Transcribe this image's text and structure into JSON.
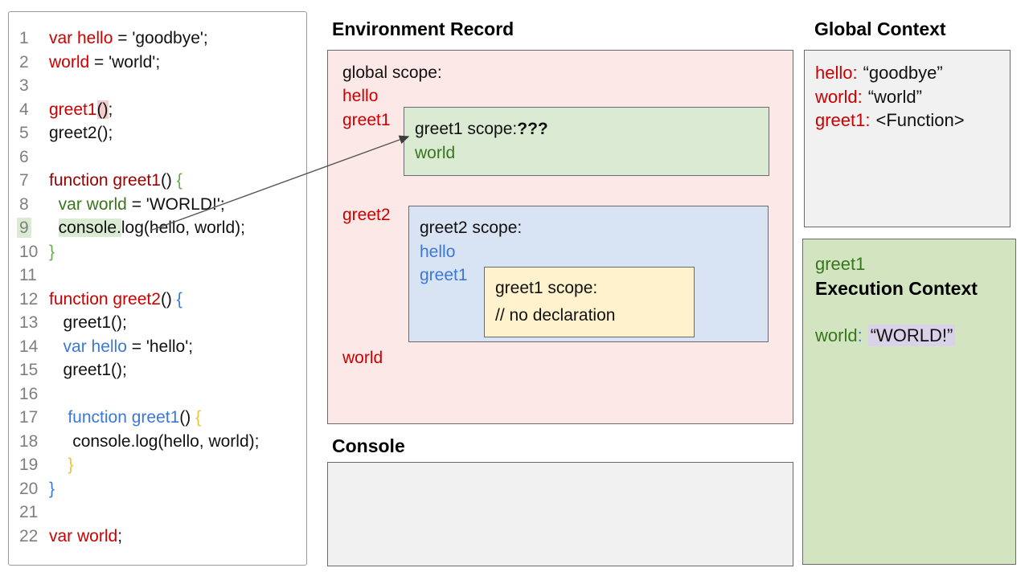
{
  "colors": {
    "code_red": "#cc0000",
    "code_dark_red": "#990000",
    "code_green": "#38761d",
    "brace_green": "#6aa84f",
    "code_blue": "#3c78d8",
    "brace_orange": "#f1c232",
    "line_number_gray": "#7f7f7f",
    "pink_panel": "#fce8e6",
    "green_scope_panel": "#dbead3",
    "blue_scope_panel": "#d8e3f4",
    "yellow_scope_panel": "#fff2cc",
    "gray_panel": "#f1f1f1",
    "exec_context_panel": "#d3e4c1",
    "pink_highlight": "#f4cccc",
    "green_highlight": "#dbead3",
    "lavender_highlight": "#d9d2e9"
  },
  "code": {
    "lines": [
      {
        "n": "1",
        "seg": [
          {
            "t": "var hello",
            "c": "red"
          },
          {
            "t": " = 'goodbye';",
            "c": "k"
          }
        ]
      },
      {
        "n": "2",
        "seg": [
          {
            "t": "world",
            "c": "red"
          },
          {
            "t": " = 'world';",
            "c": "k"
          }
        ]
      },
      {
        "n": "3",
        "seg": []
      },
      {
        "n": "4",
        "seg": [
          {
            "t": "greet1",
            "c": "red"
          },
          {
            "t": "()",
            "c": "k",
            "h": "pink"
          },
          {
            "t": ";",
            "c": "k"
          }
        ]
      },
      {
        "n": "5",
        "seg": [
          {
            "t": "greet2();",
            "c": "k"
          }
        ]
      },
      {
        "n": "6",
        "seg": []
      },
      {
        "n": "7",
        "seg": [
          {
            "t": "function greet1",
            "c": "darkred"
          },
          {
            "t": "() ",
            "c": "k"
          },
          {
            "t": "{",
            "c": "green2"
          }
        ]
      },
      {
        "n": "8",
        "seg": [
          {
            "t": "  ",
            "c": "k"
          },
          {
            "t": "var world",
            "c": "green"
          },
          {
            "t": " = 'WORLD!';",
            "c": "k"
          }
        ]
      },
      {
        "n": "9",
        "hln": true,
        "seg": [
          {
            "t": "  ",
            "c": "k"
          },
          {
            "t": "console.",
            "c": "k",
            "h": "green"
          },
          {
            "t": "log(hello, world);",
            "c": "k"
          }
        ]
      },
      {
        "n": "10",
        "seg": [
          {
            "t": "}",
            "c": "green2"
          }
        ]
      },
      {
        "n": "11",
        "seg": []
      },
      {
        "n": "12",
        "seg": [
          {
            "t": "function greet2",
            "c": "red"
          },
          {
            "t": "() ",
            "c": "k"
          },
          {
            "t": "{",
            "c": "blue"
          }
        ]
      },
      {
        "n": "13",
        "seg": [
          {
            "t": "   ",
            "c": "k"
          },
          {
            "t": "greet1();",
            "c": "k"
          }
        ]
      },
      {
        "n": "14",
        "seg": [
          {
            "t": "   ",
            "c": "k"
          },
          {
            "t": "var hello",
            "c": "blue"
          },
          {
            "t": " = 'hello';",
            "c": "k"
          }
        ]
      },
      {
        "n": "15",
        "seg": [
          {
            "t": "   ",
            "c": "k"
          },
          {
            "t": "greet1();",
            "c": "k"
          }
        ]
      },
      {
        "n": "16",
        "seg": []
      },
      {
        "n": "17",
        "seg": [
          {
            "t": "    ",
            "c": "k"
          },
          {
            "t": "function greet1",
            "c": "blue"
          },
          {
            "t": "() ",
            "c": "k"
          },
          {
            "t": "{",
            "c": "orange"
          }
        ]
      },
      {
        "n": "18",
        "seg": [
          {
            "t": "     ",
            "c": "k"
          },
          {
            "t": "console.log(hello, world);",
            "c": "k"
          }
        ]
      },
      {
        "n": "19",
        "seg": [
          {
            "t": "    ",
            "c": "k"
          },
          {
            "t": "}",
            "c": "orange"
          }
        ]
      },
      {
        "n": "20",
        "seg": [
          {
            "t": "}",
            "c": "blue"
          }
        ]
      },
      {
        "n": "21",
        "seg": []
      },
      {
        "n": "22",
        "seg": [
          {
            "t": "var world",
            "c": "red"
          },
          {
            "t": ";",
            "c": "k"
          }
        ]
      }
    ]
  },
  "environment": {
    "heading": "Environment Record",
    "global_scope_label": "global scope:",
    "labels": {
      "hello": "hello",
      "greet1": "greet1",
      "greet2": "greet2",
      "world": "world"
    },
    "greet1_scope": {
      "title": "greet1 scope:",
      "question": "???",
      "var1": "world"
    },
    "greet2_scope": {
      "title": "greet2 scope:",
      "var1": "hello",
      "var2": "greet1",
      "inner": {
        "title": "greet1 scope:",
        "comment": "// no declaration"
      }
    }
  },
  "console_section": {
    "heading": "Console"
  },
  "global_context": {
    "heading": "Global Context",
    "entries": [
      {
        "name": "hello:",
        "value": "“goodbye”"
      },
      {
        "name": "world:",
        "value": "“world”"
      },
      {
        "name": "greet1:",
        "value": "<Function>"
      }
    ]
  },
  "execution_context": {
    "fn_name": "greet1",
    "title": "Execution Context",
    "var_name": "world",
    "colon": ":",
    "value": "“WORLD!”"
  }
}
